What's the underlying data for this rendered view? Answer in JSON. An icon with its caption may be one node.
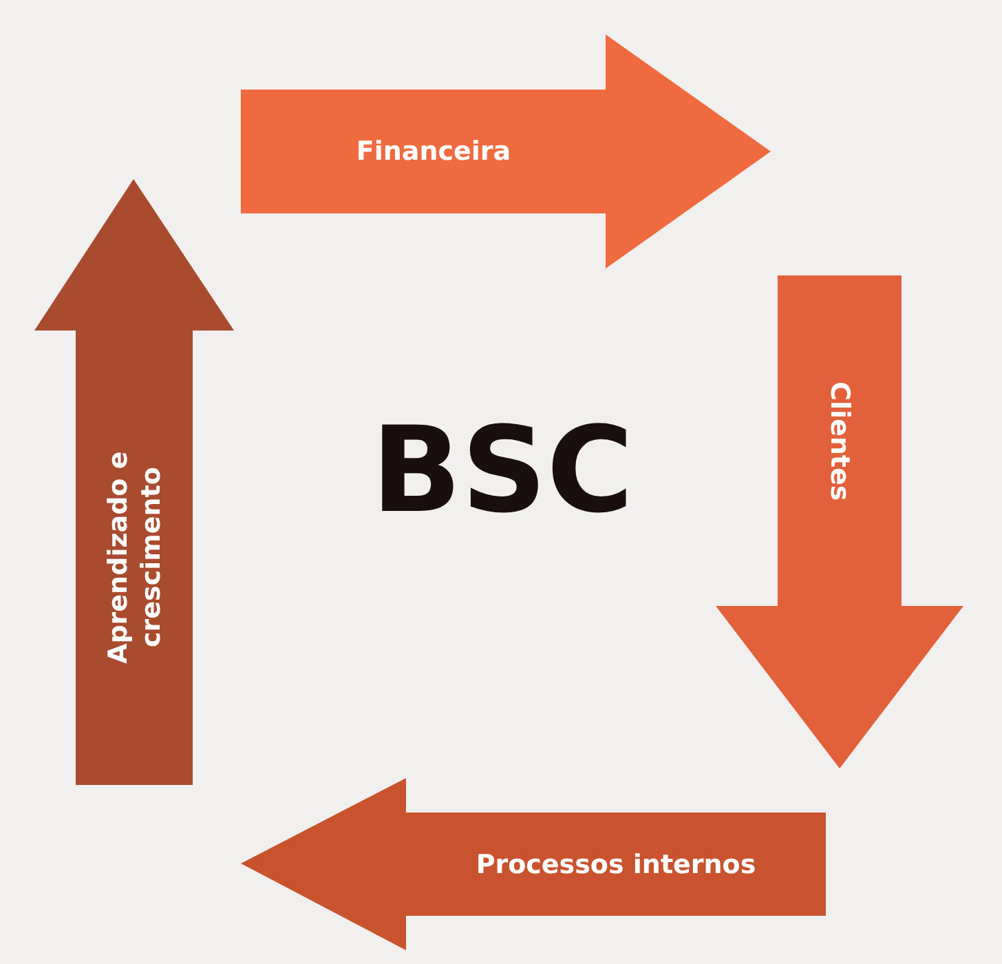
{
  "diagram": {
    "nodes": [
      {
        "text": [
          "Financeira"
        ]
      },
      {
        "text": [
          "Clientes"
        ]
      },
      {
        "text": [
          "Processos internos"
        ]
      },
      {
        "text": [
          "Aprendizado e crescimento"
        ]
      }
    ],
    "labels": [
      "BSC"
    ]
  }
}
